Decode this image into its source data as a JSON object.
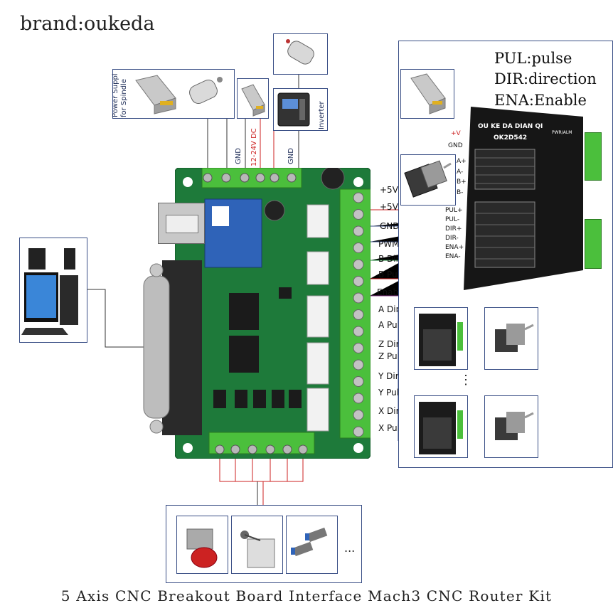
{
  "brand": "brand:oukeda",
  "caption": "5 Axis CNC Breakout Board Interface Mach3 CNC Router Kit",
  "legend": [
    "PUL:pulse",
    "DIR:direction",
    "ENA:Enable"
  ],
  "top_labels": {
    "power_supply": "Power Supply\nfor Spindle",
    "gnd_1": "GND",
    "dc_range": "12-24V DC",
    "gnd_2": "GND",
    "inverter": "Inverter"
  },
  "terminal_labels": [
    "+5V",
    "+5V",
    "GND",
    "PWM",
    "B Dir",
    "B Pul",
    "Enabl",
    "A Dir",
    "A Pul",
    "Z Dir",
    "Z Pul",
    "Y Dir",
    "Y Pul",
    "X Dir",
    "X Pul"
  ],
  "driver": {
    "brand": "OU KE DA DIAN QI",
    "model": "OK2D542",
    "pins_left": [
      "+V",
      "GND",
      "A+",
      "A-",
      "B+",
      "B-",
      "PUL+",
      "PUL-",
      "DIR+",
      "DIR-",
      "ENA+",
      "ENA-"
    ],
    "status": "PWR/ALM"
  },
  "sensors_more": "...",
  "colors": {
    "pcb": "#1e7a3a",
    "terminal": "#4bbf3c",
    "frame": "#3a4f86",
    "wire_red": "#cc2222"
  }
}
